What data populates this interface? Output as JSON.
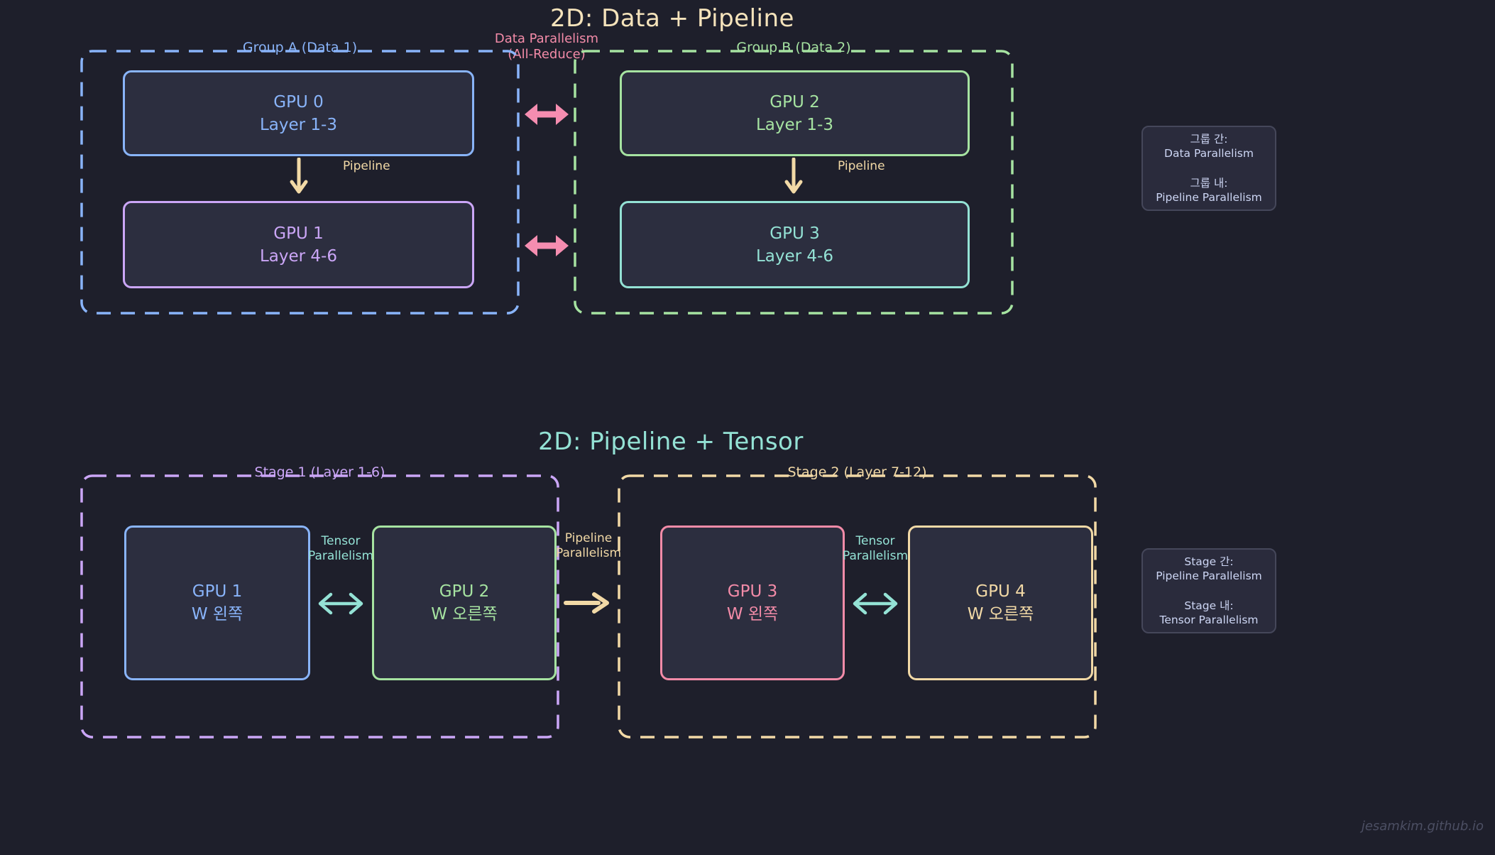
{
  "colors": {
    "background": "#1e1f2b",
    "panel_fill": "#2c2e3f",
    "blue": "#89b4fa",
    "green": "#a6e3a1",
    "teal": "#94e2d5",
    "purple": "#cba6f7",
    "pink": "#f38ba8",
    "cream": "#f2d9a6",
    "title_cream": "#f5e3bb",
    "note_text": "#cdd6f4",
    "note_border": "#45475a",
    "watermark_gray": "#4c4f63"
  },
  "diagram_data_pipeline": {
    "title": "2D: Data + Pipeline",
    "link_label_line1": "Data Parallelism",
    "link_label_line2": "(All-Reduce)",
    "group_a": {
      "label": "Group A (Data 1)",
      "gpu_top_name": "GPU 0",
      "gpu_top_layers": "Layer 1-3",
      "pipeline_label": "Pipeline",
      "gpu_bottom_name": "GPU 1",
      "gpu_bottom_layers": "Layer 4-6"
    },
    "group_b": {
      "label": "Group B (Data 2)",
      "gpu_top_name": "GPU 2",
      "gpu_top_layers": "Layer 1-3",
      "pipeline_label": "Pipeline",
      "gpu_bottom_name": "GPU 3",
      "gpu_bottom_layers": "Layer 4-6"
    },
    "note": {
      "line1": "그룹 간:",
      "line2": "Data Parallelism",
      "line3": "그룹 내:",
      "line4": "Pipeline Parallelism"
    }
  },
  "diagram_pipeline_tensor": {
    "title": "2D: Pipeline + Tensor",
    "stage_1": {
      "label": "Stage 1 (Layer 1-6)",
      "gpu_left_name": "GPU 1",
      "gpu_left_weight": "W 왼쪽",
      "tensor_label_line1": "Tensor",
      "tensor_label_line2": "Parallelism",
      "gpu_right_name": "GPU 2",
      "gpu_right_weight": "W 오른쪽"
    },
    "pipeline_link_line1": "Pipeline",
    "pipeline_link_line2": "Parallelism",
    "stage_2": {
      "label": "Stage 2 (Layer 7-12)",
      "gpu_left_name": "GPU 3",
      "gpu_left_weight": "W 왼쪽",
      "tensor_label_line1": "Tensor",
      "tensor_label_line2": "Parallelism",
      "gpu_right_name": "GPU 4",
      "gpu_right_weight": "W 오른쪽"
    },
    "note": {
      "line1": "Stage 간:",
      "line2": "Pipeline Parallelism",
      "line3": "Stage 내:",
      "line4": "Tensor Parallelism"
    }
  },
  "watermark": "jesamkim.github.io"
}
